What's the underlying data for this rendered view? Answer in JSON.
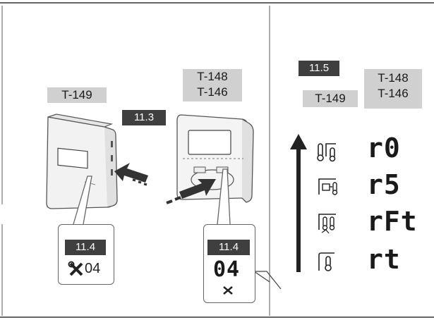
{
  "labels": {
    "t149_left": "T-149",
    "t148_top": "T-148",
    "t146_top": "T-146",
    "step_11_3": "11.3",
    "step_11_4_left": "11.4",
    "step_11_4_right": "11.4",
    "step_11_5": "11.5",
    "t149_right": "T-149",
    "t148_right": "T-148",
    "t146_right": "T-146"
  },
  "callouts": {
    "left_value": "04",
    "right_value": "04"
  },
  "codes": {
    "r0": "r0",
    "r5": "r5",
    "rft": "rFt",
    "rt": "rt"
  },
  "icons": [
    "tools-icon",
    "dual-thermometer-icon",
    "floor-sensor-icon",
    "remote-sensor-icon",
    "room-thermometer-icon",
    "up-arrow-icon"
  ]
}
